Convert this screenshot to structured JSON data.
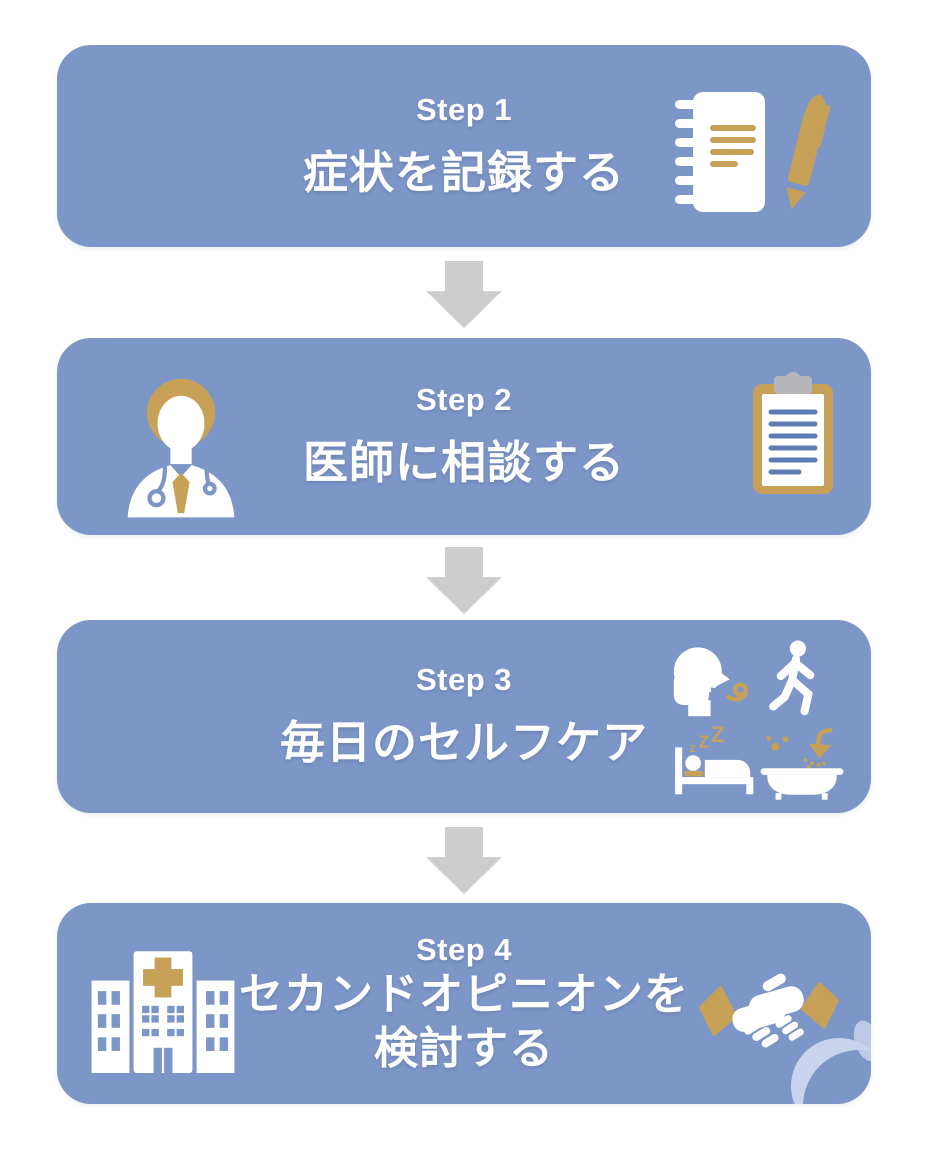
{
  "figure": {
    "type": "vertical-step-flow-infographic",
    "language": "ja",
    "step_count": 4
  },
  "colors": {
    "background": "#ffffff",
    "step_box_blue": "#7d96c8",
    "arrow_gray": "#cdcdcd",
    "accent_gold": "#c8a158",
    "icon_white": "#ffffff",
    "paper_line_blue": "#5a7bb4",
    "clip_gray": "#b7b7bb",
    "crescent_light_blue": "#c7d4ec",
    "text": "#ffffff"
  },
  "steps": [
    {
      "label": "Step 1",
      "title": "症状を記録する",
      "icons": [
        "spiral-notebook-icon",
        "pen-icon"
      ]
    },
    {
      "label": "Step 2",
      "title": "医師に相談する",
      "icons": [
        "doctor-icon",
        "clipboard-icon"
      ]
    },
    {
      "label": "Step 3",
      "title": "毎日のセルフケア",
      "zzz": [
        "z",
        "Z",
        "Z"
      ],
      "icons": [
        "breathing-exercise-icon",
        "walking-icon",
        "sleeping-bed-icon",
        "bath-icon"
      ]
    },
    {
      "label": "Step 4",
      "title_lines": [
        "セカンドオピニオンを",
        "検討する"
      ],
      "icons": [
        "hospital-icon",
        "handshake-icon"
      ]
    }
  ],
  "connectors": [
    "down-arrow",
    "down-arrow",
    "down-arrow"
  ]
}
